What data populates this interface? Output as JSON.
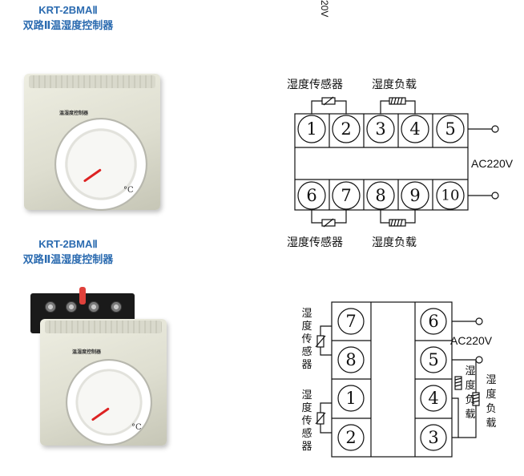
{
  "products": [
    {
      "model": "KRT-2BMAⅡ",
      "name": "双路Ⅱ温湿度控制器"
    },
    {
      "model": "KRT-2BMAⅡ",
      "name": "双路Ⅱ温湿度控制器"
    }
  ],
  "device": {
    "panel_label": "温湿度控制器",
    "unit_symbol": "°C"
  },
  "top_cut_text": "20V",
  "diagram1": {
    "top_left_label": "湿度传感器",
    "top_right_label": "湿度负载",
    "bottom_left_label": "湿度传感器",
    "bottom_right_label": "湿度负载",
    "supply_label": "AC220V",
    "top_terminals": [
      "1",
      "2",
      "3",
      "4",
      "5"
    ],
    "bottom_terminals": [
      "6",
      "7",
      "8",
      "9",
      "10"
    ]
  },
  "diagram2": {
    "left_terminals": [
      "7",
      "8",
      "1",
      "2"
    ],
    "right_terminals": [
      "6",
      "5",
      "4",
      "3"
    ],
    "sensor_label_top": [
      "湿",
      "度",
      "传",
      "感",
      "器"
    ],
    "sensor_label_bottom": [
      "湿",
      "度",
      "传",
      "感",
      "器"
    ],
    "load_label_inner": [
      "湿",
      "度",
      "负",
      "载"
    ],
    "load_label_outer": [
      "湿",
      "度",
      "负",
      "载"
    ],
    "supply_label": "AC220V"
  }
}
